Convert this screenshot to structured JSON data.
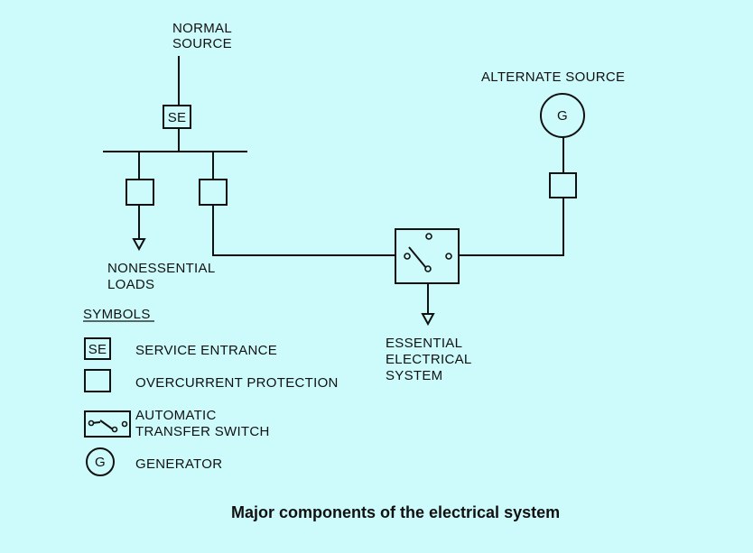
{
  "labels": {
    "normal_source_1": "NORMAL",
    "normal_source_2": "SOURCE",
    "alternate_source": "ALTERNATE SOURCE",
    "se": "SE",
    "generator": "G",
    "nonessential_1": "NONESSENTIAL",
    "nonessential_2": "LOADS",
    "essential_1": "ESSENTIAL",
    "essential_2": "ELECTRICAL",
    "essential_3": "SYSTEM"
  },
  "legend": {
    "title": "SYMBOLS",
    "se_symbol": "SE",
    "service_entrance": "SERVICE ENTRANCE",
    "overcurrent_protection": "OVERCURRENT PROTECTION",
    "ats_1": "AUTOMATIC",
    "ats_2": "TRANSFER SWITCH",
    "gen_symbol": "G",
    "generator": "GENERATOR"
  },
  "caption": "Major components of the electrical system"
}
